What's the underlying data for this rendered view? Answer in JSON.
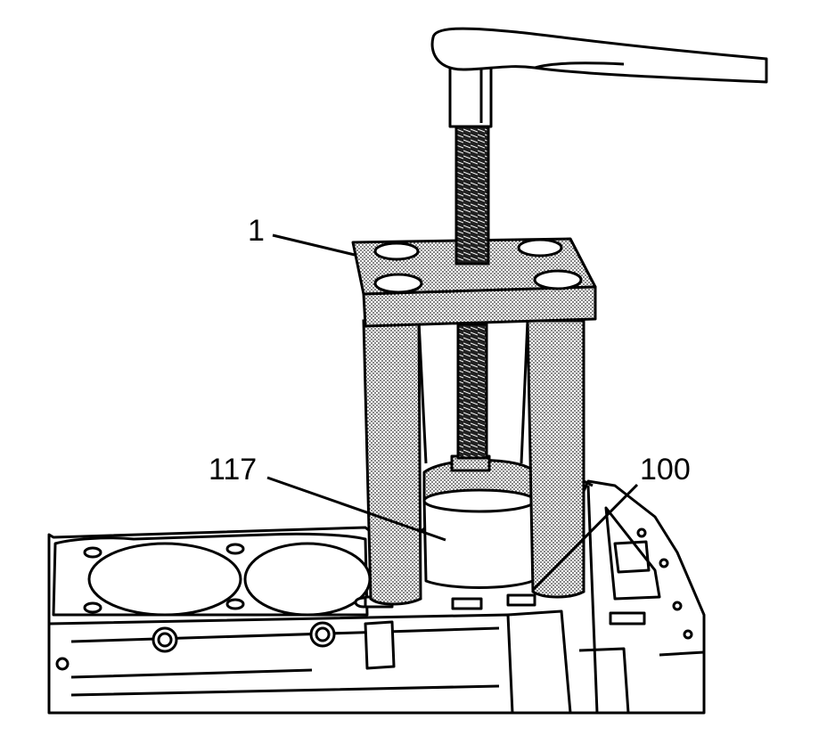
{
  "callouts": [
    {
      "id": "1",
      "text": "1"
    },
    {
      "id": "117",
      "text": "117"
    },
    {
      "id": "100",
      "text": "100"
    }
  ],
  "icons": {
    "wrench": "ratchet-wrench-icon",
    "tool_plate": "puller-top-plate",
    "threaded_rod": "forcing-screw",
    "engine_block": "engine-block-deck"
  },
  "colors": {
    "ink": "#000000",
    "paper": "#ffffff",
    "stipple": "#bdbdbd"
  }
}
